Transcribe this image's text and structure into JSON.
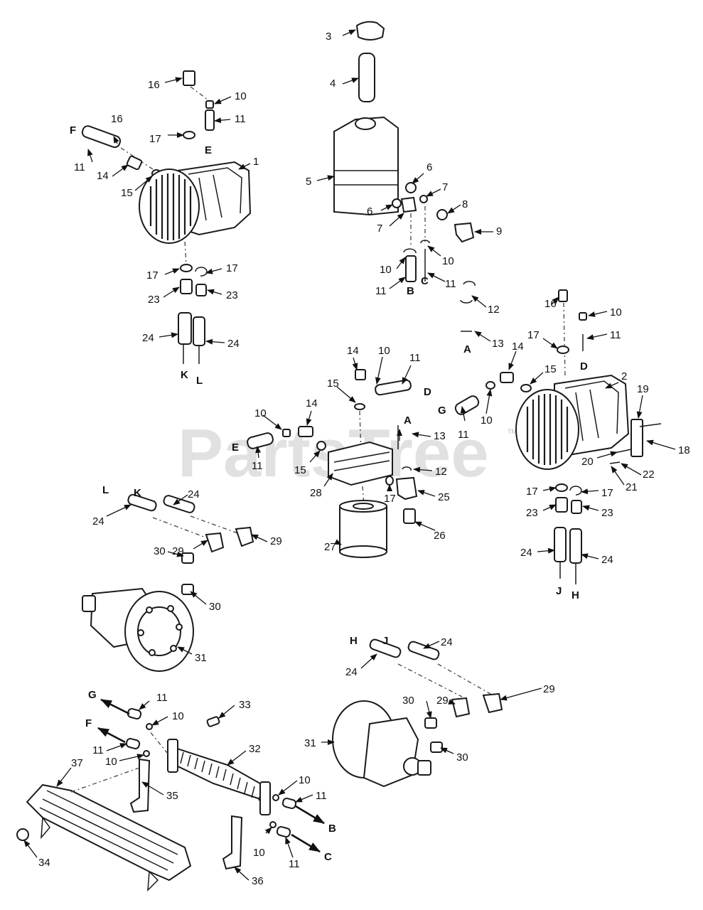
{
  "watermark": {
    "text": "PartsTree",
    "trademark": "TM"
  },
  "callouts": {
    "c1": "1",
    "c2": "2",
    "c3": "3",
    "c4": "4",
    "c5": "5",
    "c6": "6",
    "c7": "7",
    "c8": "8",
    "c9": "9",
    "c10": "10",
    "c11": "11",
    "c12": "12",
    "c13": "13",
    "c14": "14",
    "c15": "15",
    "c16": "16",
    "c17": "17",
    "c18": "18",
    "c19": "19",
    "c20": "20",
    "c21": "21",
    "c22": "22",
    "c23": "23",
    "c24": "24",
    "c25": "25",
    "c26": "26",
    "c27": "27",
    "c28": "28",
    "c29": "29",
    "c30": "30",
    "c31": "31",
    "c32": "32",
    "c33": "33",
    "c34": "34",
    "c35": "35",
    "c36": "36",
    "c37": "37"
  },
  "connectors": {
    "A": "A",
    "B": "B",
    "C": "C",
    "D": "D",
    "E": "E",
    "F": "F",
    "G": "G",
    "H": "H",
    "J": "J",
    "K": "K",
    "L": "L"
  }
}
